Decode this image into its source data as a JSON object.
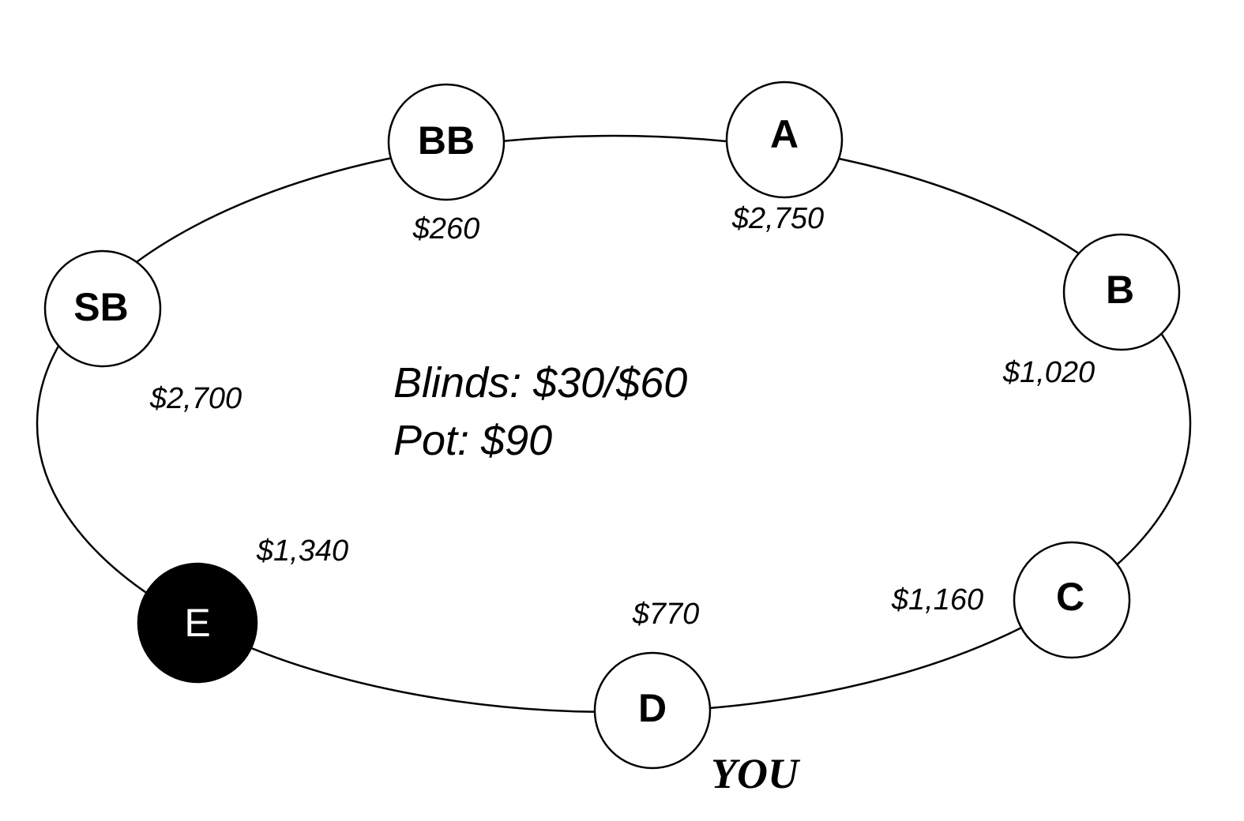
{
  "table_info": {
    "blinds": "Blinds: $30/$60",
    "pot": "Pot: $90"
  },
  "hero": {
    "label": "YOU",
    "seat": "D"
  },
  "seats": [
    {
      "id": "BB",
      "label": "BB",
      "stack": "$260",
      "filled": false
    },
    {
      "id": "A",
      "label": "A",
      "stack": "$2,750",
      "filled": false
    },
    {
      "id": "B",
      "label": "B",
      "stack": "$1,020",
      "filled": false
    },
    {
      "id": "C",
      "label": "C",
      "stack": "$1,160",
      "filled": false
    },
    {
      "id": "D",
      "label": "D",
      "stack": "$770",
      "filled": false
    },
    {
      "id": "E",
      "label": "E",
      "stack": "$1,340",
      "filled": true
    },
    {
      "id": "SB",
      "label": "SB",
      "stack": "$2,700",
      "filled": false
    }
  ],
  "colors": {
    "ink": "#000000",
    "paper": "#ffffff"
  }
}
